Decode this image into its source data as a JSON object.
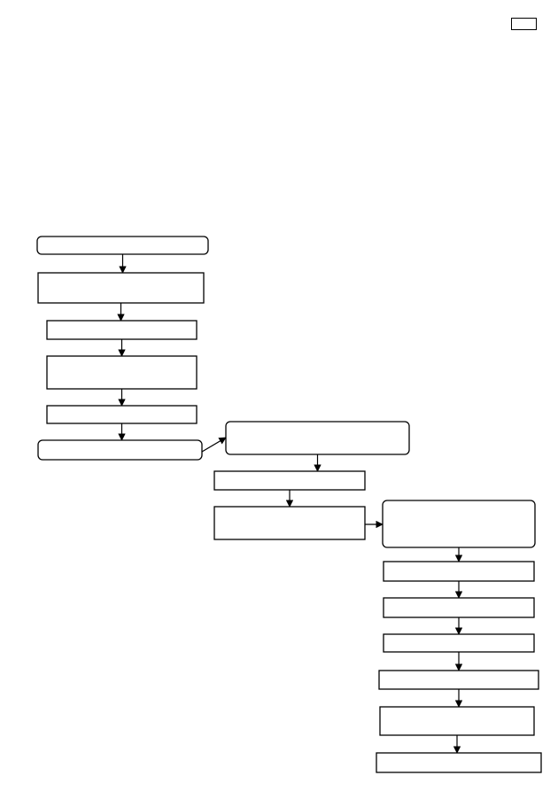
{
  "page": {
    "tag_label": ""
  },
  "flowchart": {
    "nodes": [
      {
        "id": "a1",
        "label": "",
        "rounded": true
      },
      {
        "id": "a2",
        "label": "",
        "rounded": false
      },
      {
        "id": "a3",
        "label": "",
        "rounded": false
      },
      {
        "id": "a4",
        "label": "",
        "rounded": false
      },
      {
        "id": "a5",
        "label": "",
        "rounded": false
      },
      {
        "id": "a6",
        "label": "",
        "rounded": true
      },
      {
        "id": "b1",
        "label": "",
        "rounded": true
      },
      {
        "id": "b2",
        "label": "",
        "rounded": false
      },
      {
        "id": "b3",
        "label": "",
        "rounded": false
      },
      {
        "id": "c1",
        "label": "",
        "rounded": true
      },
      {
        "id": "c2",
        "label": "",
        "rounded": false
      },
      {
        "id": "c3",
        "label": "",
        "rounded": false
      },
      {
        "id": "c4",
        "label": "",
        "rounded": false
      },
      {
        "id": "c5",
        "label": "",
        "rounded": false
      },
      {
        "id": "c6",
        "label": "",
        "rounded": false
      },
      {
        "id": "c7",
        "label": "",
        "rounded": false
      }
    ],
    "edges": [
      {
        "from": "a1",
        "to": "a2"
      },
      {
        "from": "a2",
        "to": "a3"
      },
      {
        "from": "a3",
        "to": "a4"
      },
      {
        "from": "a4",
        "to": "a5"
      },
      {
        "from": "a5",
        "to": "a6"
      },
      {
        "from": "a6",
        "to": "b1"
      },
      {
        "from": "b1",
        "to": "b2"
      },
      {
        "from": "b2",
        "to": "b3"
      },
      {
        "from": "b3",
        "to": "c1"
      },
      {
        "from": "c1",
        "to": "c2"
      },
      {
        "from": "c2",
        "to": "c3"
      },
      {
        "from": "c3",
        "to": "c4"
      },
      {
        "from": "c4",
        "to": "c5"
      },
      {
        "from": "c5",
        "to": "c6"
      },
      {
        "from": "c6",
        "to": "c7"
      }
    ]
  }
}
